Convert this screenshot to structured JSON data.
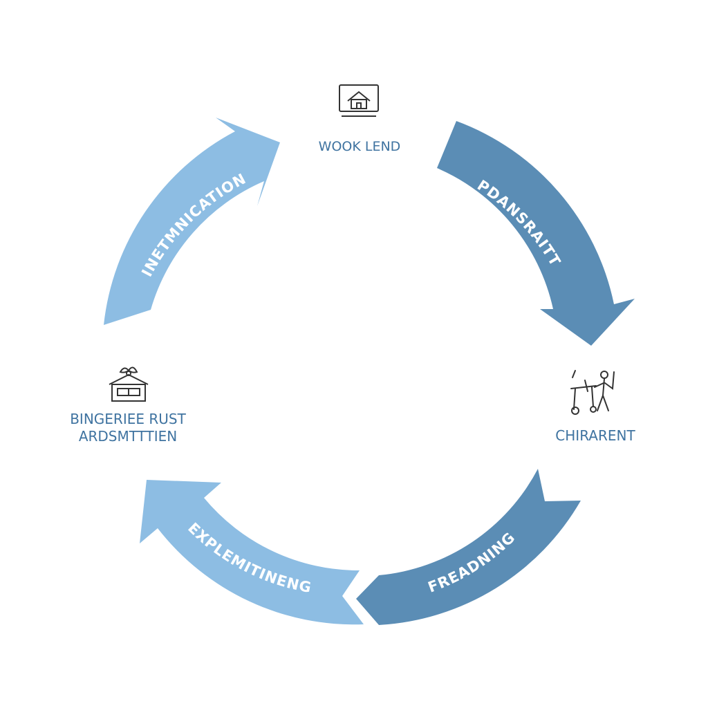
{
  "colors": {
    "arrow_light": "#8dbde3",
    "arrow_dark": "#5b8db5",
    "label_text": "#3f73a0",
    "icon_stroke": "#333333"
  },
  "nodes": {
    "top": {
      "label": "WOOK LEND",
      "icon": "monitor-house-icon"
    },
    "left": {
      "line1": "BINGERIEE RUST",
      "line2": "ARDSMTTTIEN",
      "icon": "house-icon"
    },
    "right": {
      "label": "CHIRARENT",
      "icon": "worker-icon"
    }
  },
  "arrows": {
    "top_left": {
      "label": "INETMNICATION"
    },
    "top_right": {
      "label": "PDANSRAITT"
    },
    "bottom_right": {
      "label": "FREADNING"
    },
    "bottom_left": {
      "label": "EXPLEMITINENG"
    }
  }
}
